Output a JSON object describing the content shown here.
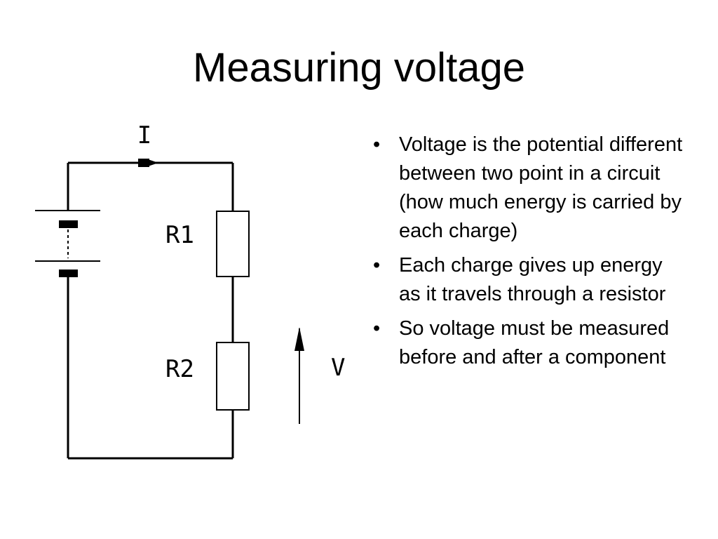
{
  "slide": {
    "title": "Measuring voltage"
  },
  "diagram": {
    "labels": {
      "current": "I",
      "resistor_1": "R1",
      "resistor_2": "R2",
      "voltage": "V"
    }
  },
  "bullets": {
    "marker": "•",
    "items": [
      "Voltage is the potential different between two point in a circuit (how much energy is carried by each charge)",
      "Each charge gives up energy as it travels through a resistor",
      "So voltage must be measured before and after a component"
    ]
  }
}
